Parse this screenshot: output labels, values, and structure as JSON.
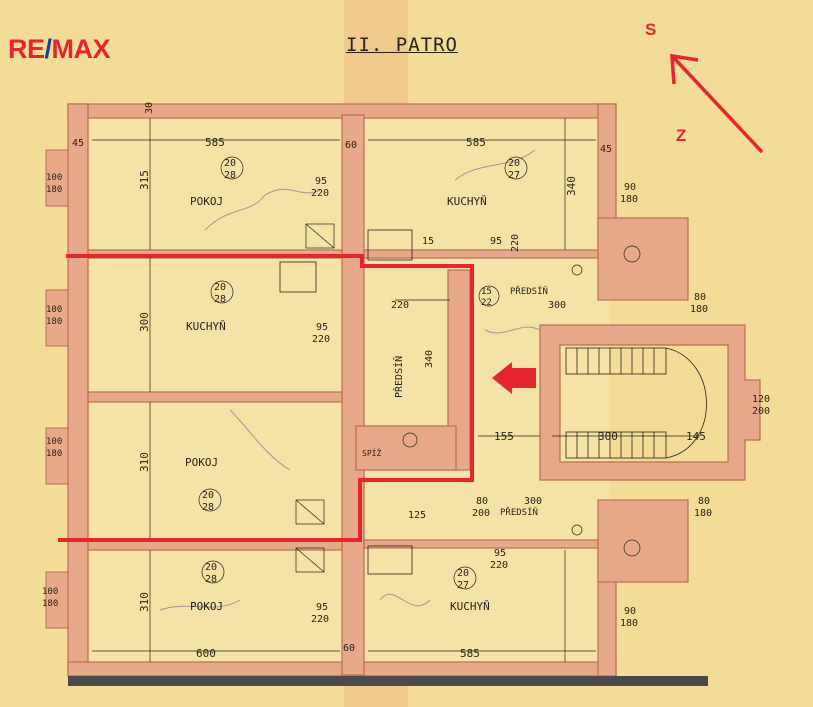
{
  "brand": {
    "logo_left": "RE",
    "logo_slash": "/",
    "logo_right": "MAX",
    "color_red": "#e3262f",
    "color_blue": "#1f3f8e"
  },
  "title": "II. PATRO",
  "compass": {
    "north_label": "S",
    "south_label": "Z"
  },
  "colors": {
    "paper": "#f2dc98",
    "wall": "#e8a88a",
    "wall_stroke": "#b86e55",
    "highlight": "#e3262f",
    "ink": "#2a2218"
  },
  "rooms": [
    {
      "id": "nw-pokoj",
      "name": "POKOJ",
      "area_top": "20",
      "area_bottom": "28"
    },
    {
      "id": "ne-kuchyn",
      "name": "KUCHYŇ",
      "area_top": "20",
      "area_bottom": "27"
    },
    {
      "id": "w-kuchyn",
      "name": "KUCHYŇ",
      "area_top": "20",
      "area_bottom": "28"
    },
    {
      "id": "w-pokoj",
      "name": "POKOJ",
      "area_top": "20",
      "area_bottom": "28"
    },
    {
      "id": "sw-pokoj",
      "name": "POKOJ",
      "area_top": "20",
      "area_bottom": "28"
    },
    {
      "id": "se-kuchyn",
      "name": "KUCHYŇ",
      "area_top": "20",
      "area_bottom": "27"
    },
    {
      "id": "predsin-central",
      "name": "PŘEDSÍŇ"
    },
    {
      "id": "predsin-east-upper",
      "name": "PŘEDSÍŇ",
      "area_top": "15",
      "area_bottom": "22"
    },
    {
      "id": "predsin-east-lower",
      "name": "PŘEDSÍŇ"
    },
    {
      "id": "spiz",
      "name": "SPÍŽ"
    }
  ],
  "dimensions": {
    "width_585_a": "585",
    "width_585_b": "585",
    "width_585_c": "585",
    "width_600": "600",
    "height_315": "315",
    "height_340": "340",
    "height_300": "300",
    "height_310_a": "310",
    "height_310_b": "310",
    "wall_45_a": "45",
    "wall_45_b": "45",
    "wall_60_a": "60",
    "wall_60_b": "60",
    "wall_30": "30",
    "door_95_a": "95",
    "door_220_a": "220",
    "door_95_b": "95",
    "door_220_b": "220",
    "door_95_c": "95",
    "door_220_c": "220",
    "door_95_d": "95",
    "door_220_d": "220",
    "door_95_e": "95",
    "door_220_e": "220",
    "window_100_a": "100",
    "window_180_a": "180",
    "window_100_b": "100",
    "window_180_b": "180",
    "window_100_c": "100",
    "window_180_c": "180",
    "window_100_d": "100",
    "window_180_d": "180",
    "corr_220": "220",
    "corr_340": "340",
    "corr_300_a": "300",
    "corr_300_b": "300",
    "stair_155": "155",
    "stair_300": "300",
    "stair_145": "145",
    "stair_120_200": "120",
    "stair_200": "200",
    "ws_90_a": "90",
    "ws_180_a": "180",
    "ws_90_b": "90",
    "ws_180_b": "180",
    "ws_80_a": "80",
    "ws_180_c": "180",
    "ws_80_b": "80",
    "ws_180_d": "180",
    "small_15": "15",
    "small_125": "125",
    "small_80": "80",
    "small_200": "200"
  }
}
